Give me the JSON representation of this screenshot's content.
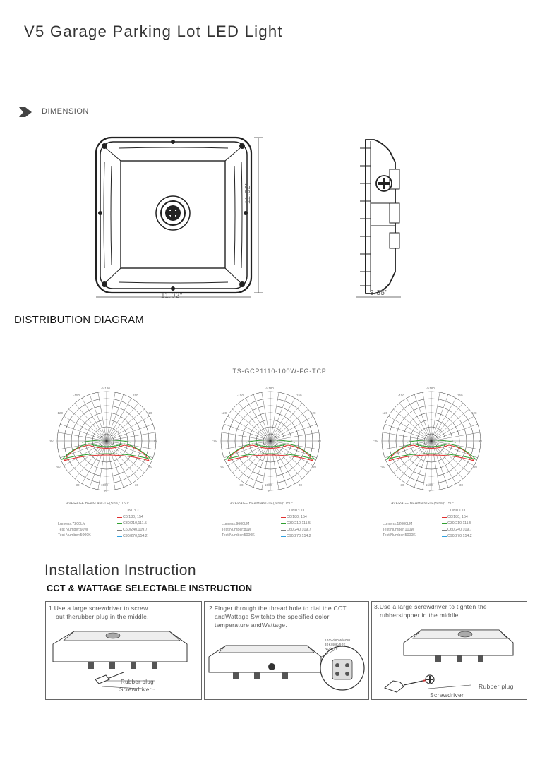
{
  "header": {
    "title": "V5 Garage Parking Lot LED Light"
  },
  "dimension": {
    "label": "DIMENSION",
    "width_label": "11.02\"",
    "height_label": "11.02\"",
    "depth_label": "3.35\""
  },
  "distribution": {
    "title": "DISTRIBUTION DIAGRAM",
    "model": "TS-GCP1110-100W-FG-TCP",
    "angle_labels": {
      "top_left": "-150",
      "top": "-/+180",
      "top_right": "150",
      "left_upper": "-120",
      "right_upper": "120",
      "left": "-90",
      "right": "90",
      "left_lower": "-60",
      "right_lower": "60",
      "bottom_left": "-30",
      "bottom_right": "30",
      "bottom": "0",
      "ring": "1500"
    },
    "diagrams": [
      {
        "beam": "AVERAGE BEAM ANGLE(50%): 150°",
        "unit": "UNIT:CD",
        "lumens": "Lumens:7200LM",
        "test_number": "Test Number:60W",
        "test_cct": "Test Number:5000K",
        "legend": [
          "C0/180,  154",
          "C30/210,111.5",
          "C60/240,109.7",
          "C90/270,154.2"
        ]
      },
      {
        "beam": "AVERAGE BEAM ANGLE(50%): 150°",
        "unit": "UNIT:CD",
        "lumens": "Lumens:9600LM",
        "test_number": "Test Number:80W",
        "test_cct": "Test Number:5000K",
        "legend": [
          "C0/180,  154",
          "C30/210,111.5",
          "C60/240,109.7",
          "C90/270,154.2"
        ]
      },
      {
        "beam": "AVERAGE BEAM ANGLE(50%): 150°",
        "unit": "UNIT:CD",
        "lumens": "Lumens:12000LM",
        "test_number": "Test Number:100W",
        "test_cct": "Test Number:5000K",
        "legend": [
          "C0/180,  154",
          "C30/210,111.5",
          "C60/240,109.7",
          "C90/270,154.2"
        ]
      }
    ],
    "legend_colors": [
      "#e03030",
      "#30a030",
      "#808080",
      "#30a0e0"
    ]
  },
  "installation": {
    "title": "Installation Instruction",
    "subtitle": "CCT & WATTAGE SELECTABLE INSTRUCTION",
    "steps": [
      {
        "line1": "1.Use a large screwdriver to screw",
        "line2": "out therubber plug in the middle.",
        "line3": "",
        "labels": [
          "Rubber plug",
          "Screwdriver"
        ]
      },
      {
        "line1": "2.Finger through the thread hole to dial the CCT",
        "line2": "andWattage Switchto the specified color",
        "line3": "temperature andWattage.",
        "labels": [
          "100W/80W/60W",
          "30K/40K/50K",
          "NO/OFF"
        ]
      },
      {
        "line1": "3.Use a large screwdriver to tighten the",
        "line2": "rubberstopper in the middle",
        "line3": "",
        "labels": [
          "Rubber plug",
          "Screwdriver"
        ]
      }
    ]
  }
}
